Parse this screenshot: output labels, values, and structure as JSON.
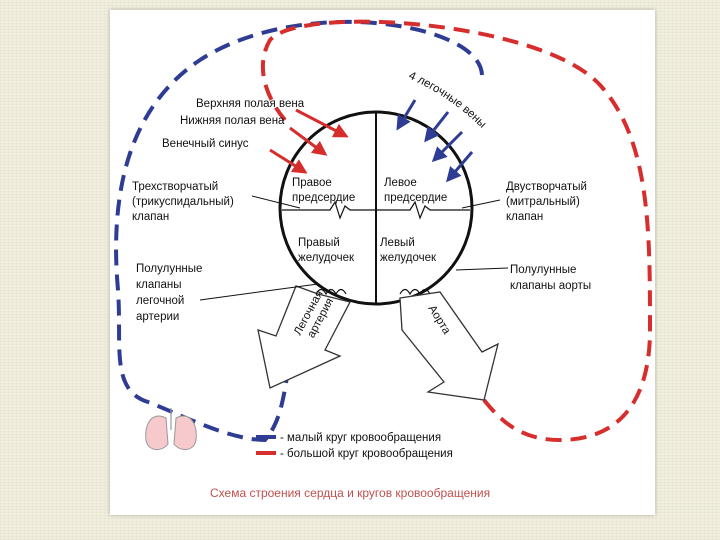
{
  "labels": {
    "superior_vena_cava": "Верхняя полая вена",
    "inferior_vena_cava": "Нижняя полая вена",
    "coronary_sinus": "Венечный синус",
    "pulmonary_veins": "4 легочные вены",
    "tricuspid": [
      "Трехстворчатый",
      "(трикуспидальный)",
      "клапан"
    ],
    "right_atrium": [
      "Правое",
      "предсердие"
    ],
    "left_atrium": [
      "Левое",
      "предсердие"
    ],
    "mitral": [
      "Двустворчатый",
      "(митральный)",
      "клапан"
    ],
    "right_ventricle": [
      "Правый",
      "желудочек"
    ],
    "left_ventricle": [
      "Левый",
      "желудочек"
    ],
    "pulmonary_valves": [
      "Полулунные",
      "клапаны",
      "легочной",
      "артерии"
    ],
    "aortic_valves": [
      "Полулунные",
      "клапаны аорты"
    ],
    "pulmonary_artery": [
      "Легочная",
      "артерия"
    ],
    "aorta": "Аорта"
  },
  "legend": {
    "small_circle": "- малый круг кровообращения",
    "large_circle": "- большой круг кровообращения"
  },
  "caption": "Схема строения сердца и кругов кровообращения",
  "colors": {
    "small_circle": "#2e3c94",
    "large_circle": "#d62d2d",
    "caption": "#c0504d"
  }
}
